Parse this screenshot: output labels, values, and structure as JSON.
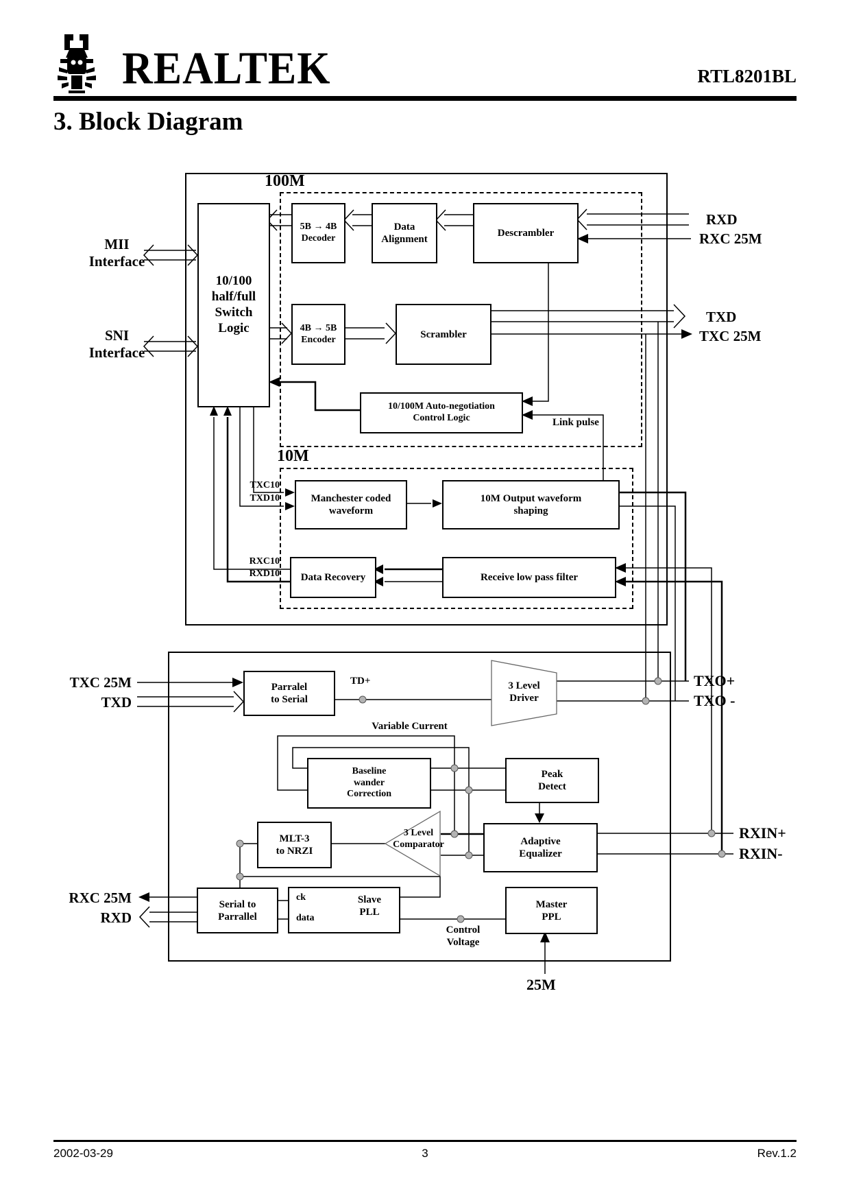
{
  "header": {
    "brand": "REALTEK",
    "product": "RTL8201BL",
    "section_title": "3. Block Diagram"
  },
  "colors": {
    "line": "#000000",
    "junction_dot": "#b3b3b3"
  },
  "diagram": {
    "region_100m": "100M",
    "region_10m": "10M",
    "switch_logic": "10/100\nhalf/full\nSwitch\nLogic",
    "decoder": "5B → 4B\nDecoder",
    "data_alignment": "Data\nAlignment",
    "descrambler": "Descrambler",
    "encoder": "4B → 5B\nEncoder",
    "scrambler": "Scrambler",
    "autoneg": "10/100M Auto-negotiation\nControl Logic",
    "link_pulse": "Link pulse",
    "manchester": "Manchester coded\nwaveform",
    "shaping_10m": "10M Output waveform\nshaping",
    "data_recovery": "Data Recovery",
    "rx_filter": "Receive low pass filter",
    "txc10": "TXC10",
    "txd10": "TXD10",
    "rxc10": "RXC10",
    "rxd10": "RXD10",
    "mii_interface": "MII\nInterface",
    "sni_interface": "SNI\nInterface",
    "rxd_top": "RXD",
    "rxc25m_top": "RXC 25M",
    "txd_top": "TXD",
    "txc25m_top": "TXC 25M",
    "txc25m_in": "TXC 25M",
    "txd_in": "TXD",
    "parallel_to_serial": "Parralel\nto Serial",
    "td_plus": "TD+",
    "driver": "3 Level\nDriver",
    "txo_plus": "TXO+",
    "txo_minus": "TXO -",
    "variable_current": "Variable Current",
    "baseline": "Baseline\nwander\nCorrection",
    "peak_detect": "Peak\nDetect",
    "mlt3": "MLT-3\nto NRZI",
    "comparator": "3 Level\nComparator",
    "equalizer": "Adaptive\nEqualizer",
    "rxin_plus": "RXIN+",
    "rxin_minus": "RXIN-",
    "rxc25m_out": "RXC 25M",
    "rxd_out": "RXD",
    "serial_to_parallel": "Serial to\nParrallel",
    "ck": "ck",
    "data": "data",
    "slave_pll": "Slave\nPLL",
    "control_voltage": "Control\nVoltage",
    "master_ppl": "Master\nPPL",
    "clk_25m": "25M"
  },
  "footer": {
    "date": "2002-03-29",
    "page": "3",
    "revision": "Rev.1.2"
  }
}
